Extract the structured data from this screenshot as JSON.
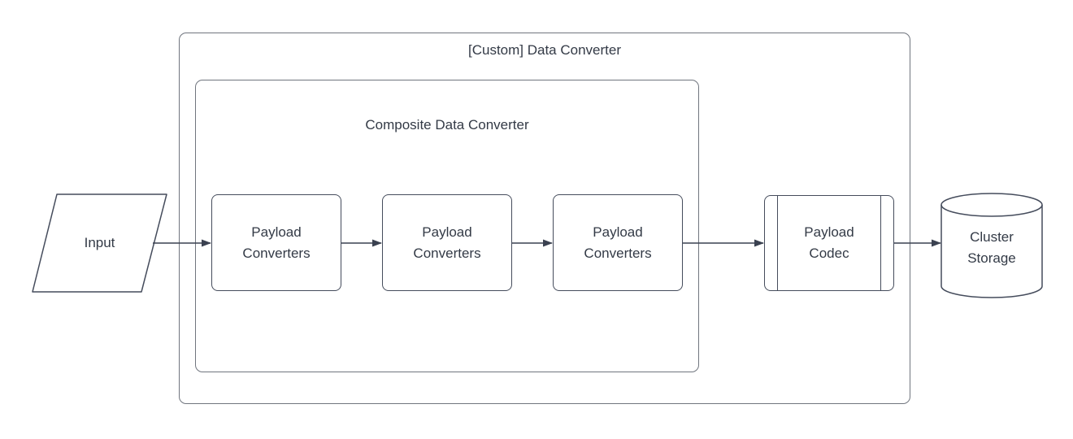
{
  "diagram": {
    "type": "flowchart",
    "colors": {
      "background": "#ffffff",
      "container_stroke": "#70757e",
      "shape_stroke": "#454c5c",
      "arrow": "#3a4150",
      "text": "#333a46"
    },
    "input_node": {
      "label": "Input",
      "shape": "parallelogram"
    },
    "outer_container": {
      "title": "[Custom] Data Converter"
    },
    "composite_container": {
      "title": "Composite Data Converter",
      "nodes": [
        {
          "label": "Payload Converters"
        },
        {
          "label": "Payload Converters"
        },
        {
          "label": "Payload Converters"
        }
      ]
    },
    "codec_node": {
      "label": "Payload Codec",
      "shape": "predefined-process"
    },
    "storage_node": {
      "label": "Cluster Storage",
      "shape": "cylinder"
    },
    "flow": "Input -> Payload Converters -> Payload Converters -> Payload Converters -> Payload Codec -> Cluster Storage"
  }
}
